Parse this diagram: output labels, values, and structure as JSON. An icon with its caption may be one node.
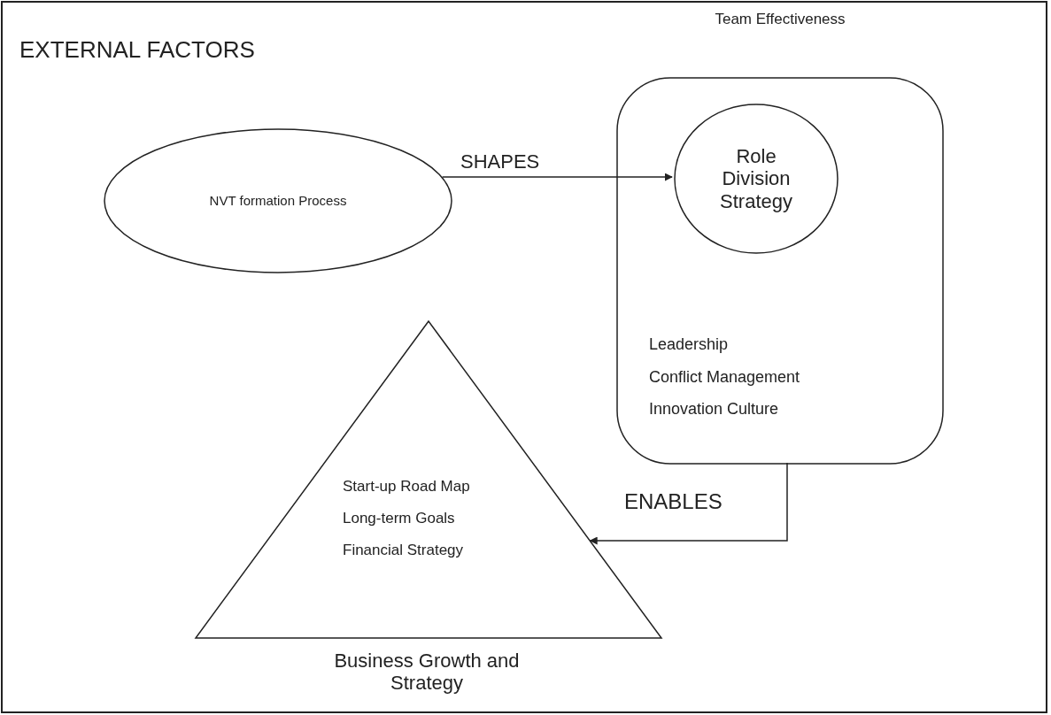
{
  "diagram": {
    "nodes": [
      {
        "text": [
          "EXTERNAL FACTORS"
        ]
      },
      {
        "text": [
          "NVT formation Process"
        ],
        "in": 0
      },
      {
        "text": [
          "Team Effectiveness",
          "Leadership",
          "Conflict Management",
          "Innovation Culture"
        ],
        "in": 0
      },
      {
        "text": [
          "Role Division Strategy"
        ],
        "in": 2
      },
      {
        "text": [
          "Start-up Road Map",
          "Long-term Goals",
          "Financial Strategy",
          "Business Growth and Strategy"
        ],
        "in": 0
      }
    ],
    "edges": [
      {
        "from": 1,
        "to": 3,
        "arrow": "to",
        "label": "SHAPES"
      },
      {
        "from": 2,
        "to": 4,
        "arrow": "to",
        "label": "ENABLES"
      }
    ]
  }
}
